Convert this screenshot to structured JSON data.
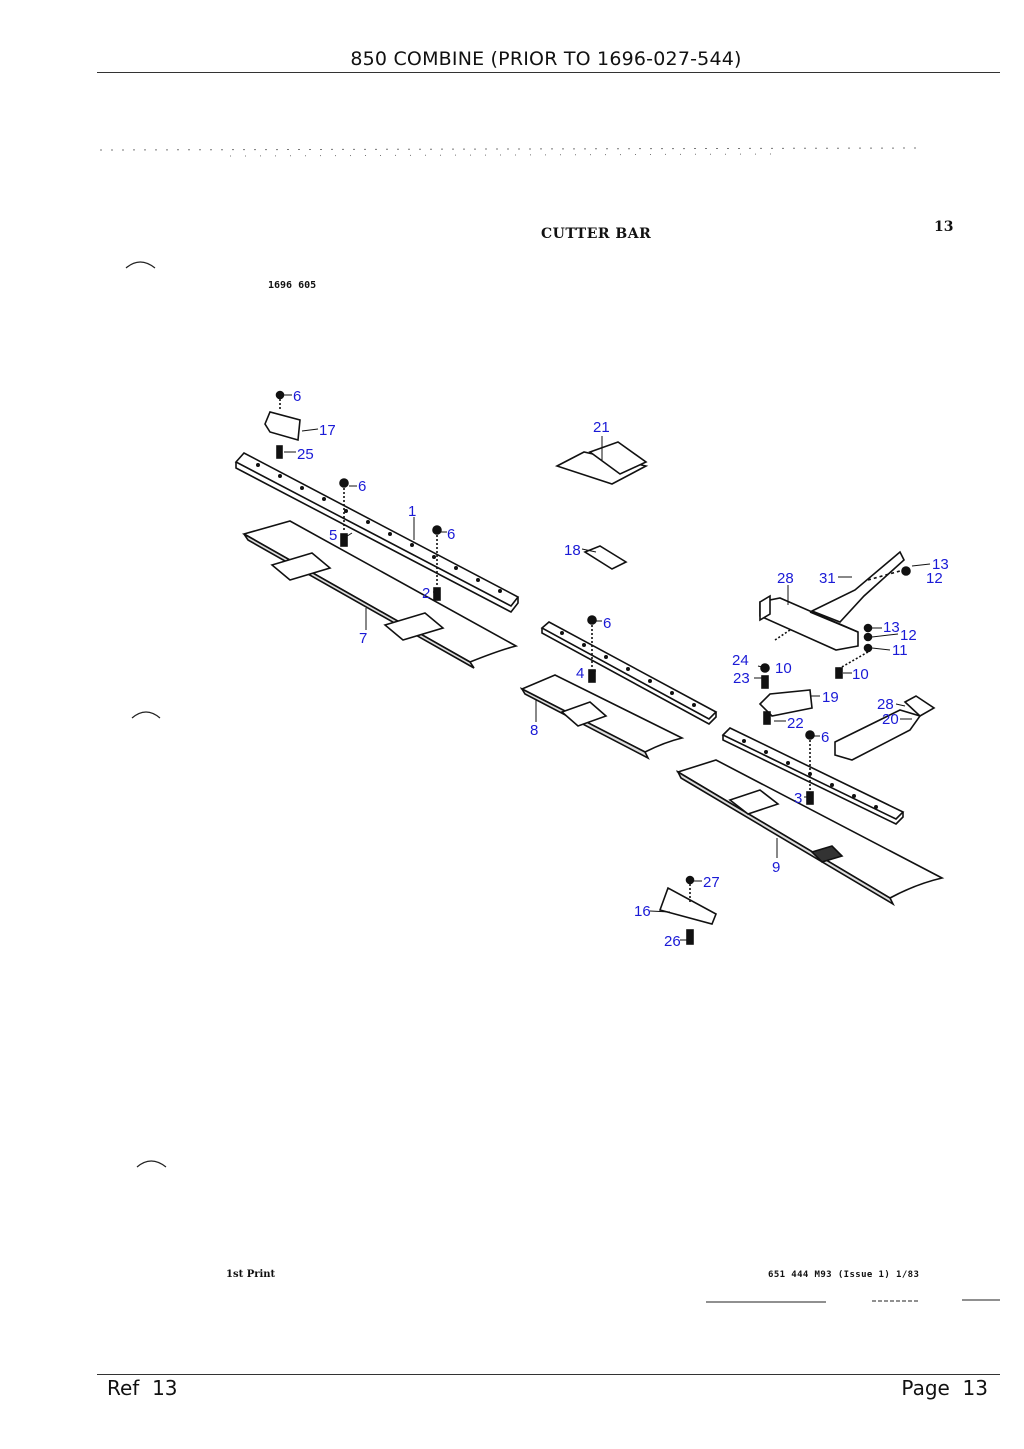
{
  "header": {
    "title": "850 COMBINE (PRIOR TO 1696-027-544)"
  },
  "section": {
    "title": "CUTTER BAR",
    "number": "13"
  },
  "drawing": {
    "number": "1696 605",
    "callouts": {
      "c1": "1",
      "c2": "2",
      "c3": "3",
      "c4": "4",
      "c5": "5",
      "c6a": "6",
      "c6b": "6",
      "c6c": "6",
      "c6d": "6",
      "c6e": "6",
      "c7": "7",
      "c8": "8",
      "c9": "9",
      "c10a": "10",
      "c10b": "10",
      "c11": "11",
      "c12a": "12",
      "c12b": "12",
      "c13a": "13",
      "c13b": "13",
      "c16": "16",
      "c17": "17",
      "c18": "18",
      "c19": "19",
      "c20": "20",
      "c21": "21",
      "c22": "22",
      "c23": "23",
      "c24": "24",
      "c25": "25",
      "c26": "26",
      "c27": "27",
      "c28a": "28",
      "c28b": "28",
      "c31": "31"
    }
  },
  "print_note": "1st Print",
  "publication_ref": "651 444 M93 (Issue 1) 1/83",
  "footer": {
    "ref_label": "Ref",
    "ref_value": "13",
    "page_label": "Page",
    "page_value": "13"
  }
}
